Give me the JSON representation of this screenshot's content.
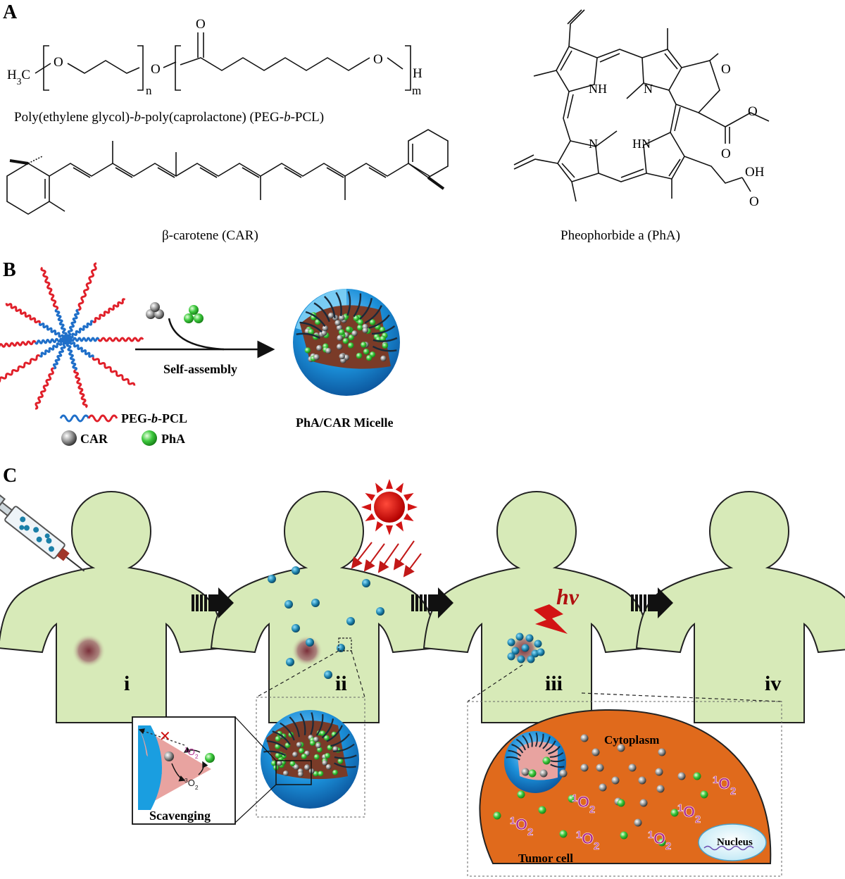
{
  "panels": {
    "a": "A",
    "b": "B",
    "c": "C"
  },
  "panel_a": {
    "peg": {
      "h3c": "H3C",
      "o1": "O",
      "o2": "O",
      "o_carbonyl": "O",
      "o3": "O",
      "n": "n",
      "m": "m",
      "h": "H",
      "caption": "Poly(ethylene glycol)-b-poly(caprolactone) (PEG-b-PCL)"
    },
    "car": {
      "caption": "β-carotene (CAR)"
    },
    "pha": {
      "nh": "NH",
      "n1": "N",
      "n2": "N",
      "hn": "HN",
      "o_ketone": "O",
      "o_ester1": "O",
      "o_ester2": "O",
      "oh": "OH",
      "o_acid": "O",
      "caption": "Pheophorbide a (PhA)"
    }
  },
  "panel_b": {
    "arrow_label": "Self-assembly",
    "product_label": "PhA/CAR Micelle",
    "legend": {
      "polymer": "PEG-b-PCL",
      "car": "CAR",
      "pha": "PhA"
    }
  },
  "panel_c": {
    "stages": [
      "i",
      "ii",
      "iii",
      "iv"
    ],
    "light_label": "hv",
    "scavenging": {
      "label": "Scavenging",
      "singlet": "1O2",
      "triplet": "3O2"
    },
    "cell": {
      "cytoplasm": "Cytoplasm",
      "nucleus": "Nucleus",
      "tumor": "Tumor cell",
      "singlet_label": "1O2"
    }
  },
  "colors": {
    "peg_blue": "#1f6fc9",
    "pcl_red": "#e0202a",
    "body_fill": "#d7eab8",
    "micelle_blue": "#1b8fd8",
    "core_brown": "#7a3b28",
    "pha_green": "#3ec93e",
    "car_grey": "#8a8a8a",
    "cell_orange": "#e06a1c",
    "sun_red": "#d21414",
    "singlet_purple": "#b0308f"
  }
}
